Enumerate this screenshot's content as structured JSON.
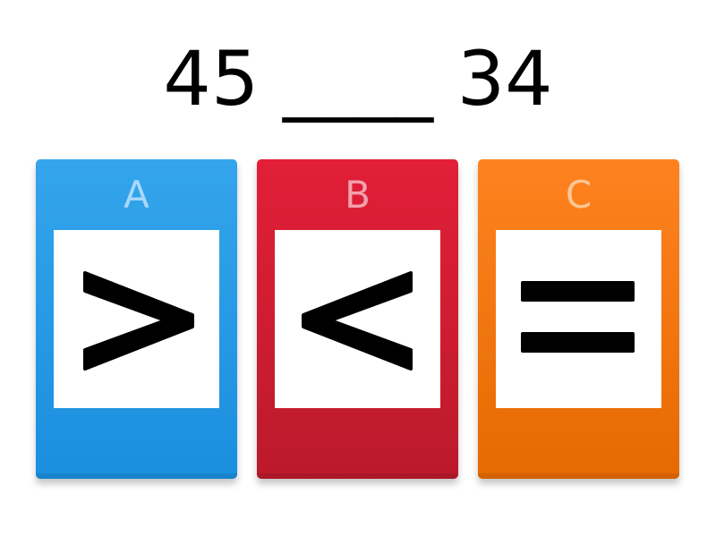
{
  "question": {
    "text": "45 ____ 34"
  },
  "answers": [
    {
      "letter": "A",
      "symbol": "greater-than",
      "color": "#1e95e2"
    },
    {
      "letter": "B",
      "symbol": "less-than",
      "color": "#d11d33"
    },
    {
      "letter": "C",
      "symbol": "equals",
      "color": "#f57a0e"
    }
  ]
}
